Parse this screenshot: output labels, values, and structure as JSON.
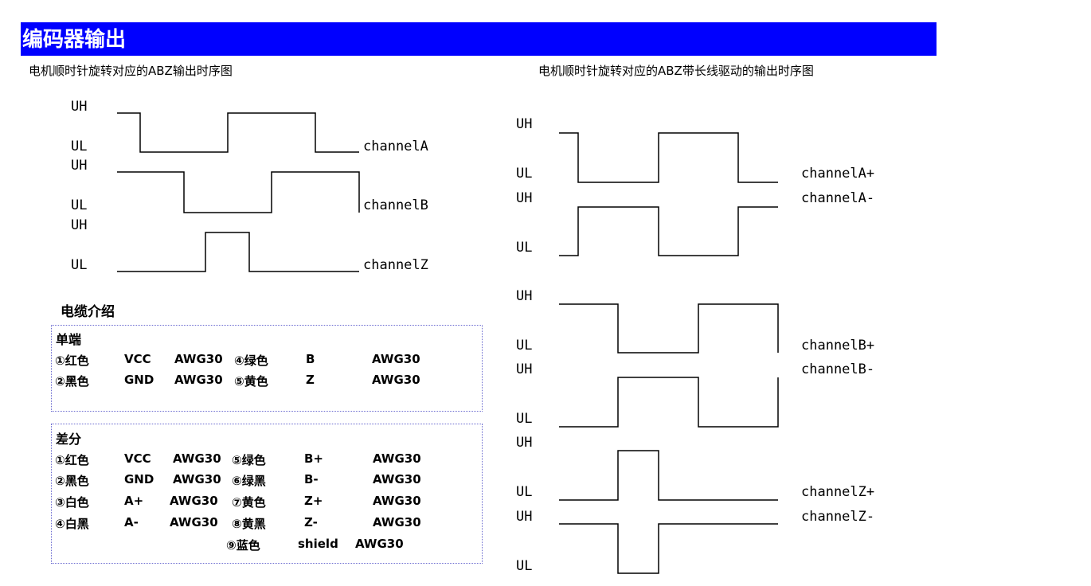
{
  "header": {
    "title": "编码器输出"
  },
  "captions": {
    "left": "电机顺时针旋转对应的ABZ输出时序图",
    "right": "电机顺时针旋转对应的ABZ带长线驱动的输出时序图"
  },
  "levels": {
    "high": "UH",
    "low": "UL"
  },
  "channels": {
    "a": "channelA",
    "b": "channelB",
    "z": "channelZ",
    "a_pos": "channelA+",
    "a_neg": "channelA-",
    "b_pos": "channelB+",
    "b_neg": "channelB-",
    "z_pos": "channelZ+",
    "z_neg": "channelZ-"
  },
  "cable": {
    "title": "电缆介绍",
    "single": {
      "title": "单端",
      "rows": [
        [
          "①红色",
          "VCC",
          "AWG30",
          "④绿色",
          "B",
          "AWG30"
        ],
        [
          "②黑色",
          "GND",
          "AWG30",
          "⑤黄色",
          "Z",
          "AWG30"
        ]
      ]
    },
    "diff": {
      "title": "差分",
      "rows": [
        [
          "①红色",
          "VCC",
          "AWG30",
          "⑤绿色",
          "B+",
          "AWG30"
        ],
        [
          "②黑色",
          "GND",
          "AWG30",
          "⑥绿黑",
          "B-",
          "AWG30"
        ],
        [
          "③白色",
          "A+",
          "AWG30",
          "⑦黄色",
          "Z+",
          "AWG30"
        ],
        [
          "④白黑",
          "A-",
          "AWG30",
          "⑧黄黑",
          "Z-",
          "AWG30"
        ],
        [
          "",
          "",
          "",
          "⑨蓝色",
          "shield",
          "AWG30"
        ]
      ]
    }
  }
}
